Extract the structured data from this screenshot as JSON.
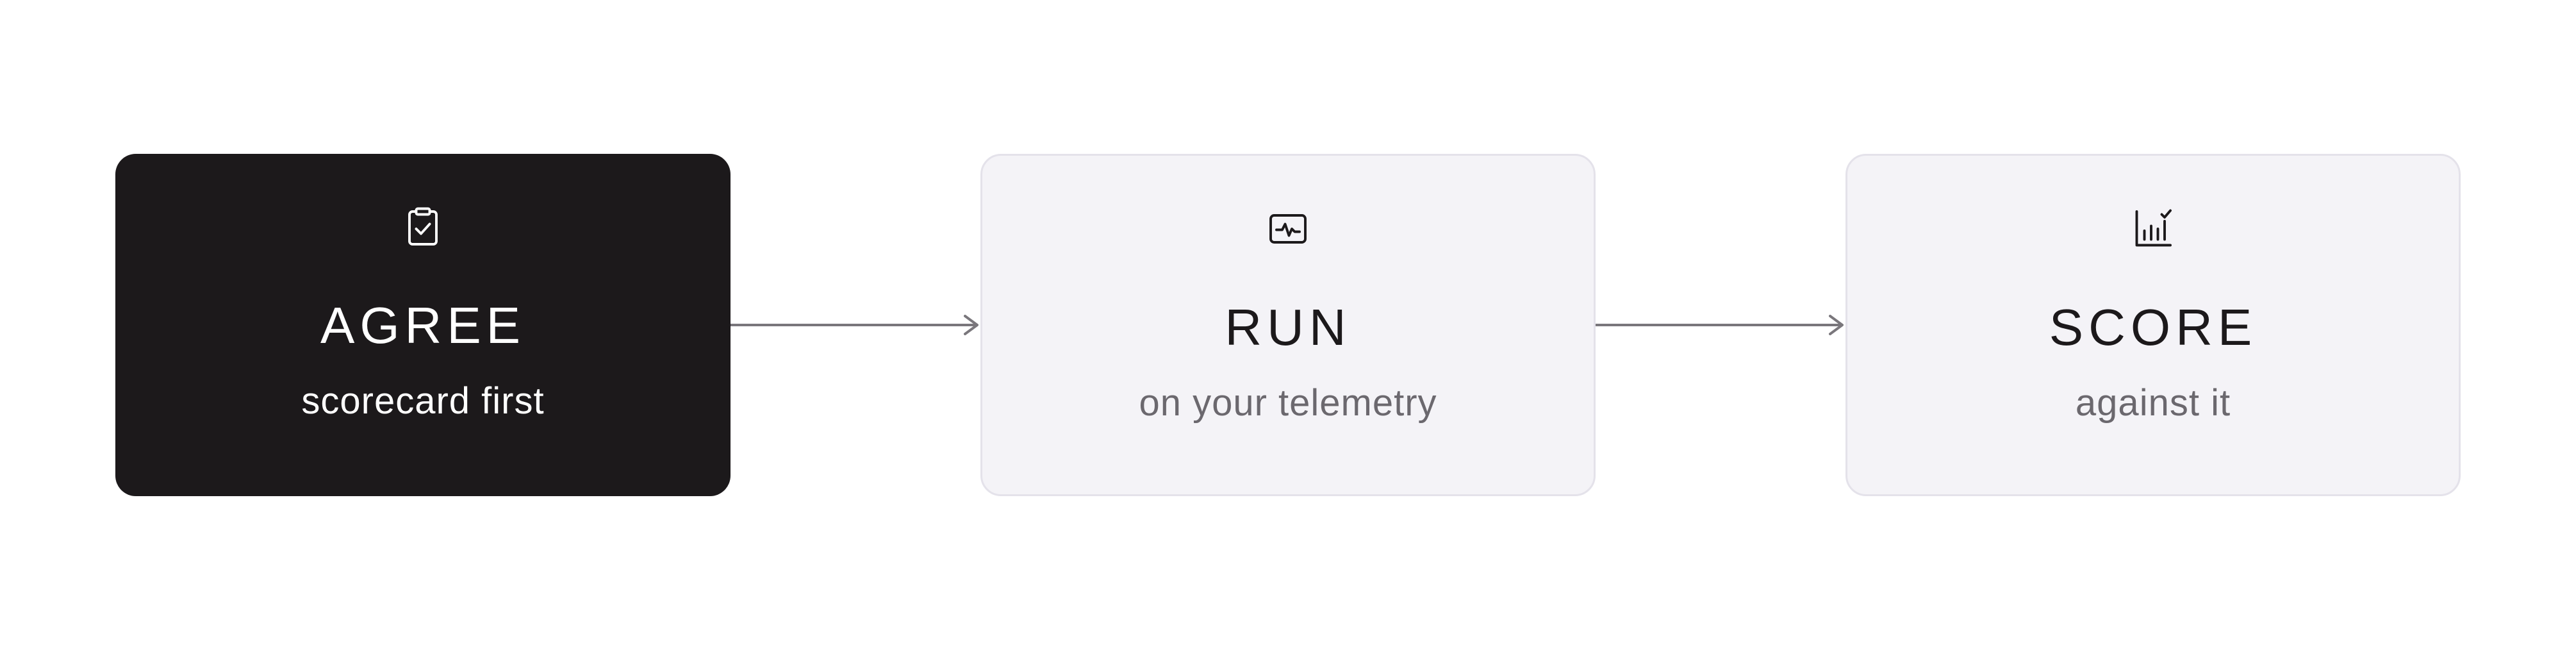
{
  "steps": [
    {
      "title": "AGREE",
      "subtitle": "scorecard first",
      "icon": "clipboard-check-icon",
      "state": "active"
    },
    {
      "title": "RUN",
      "subtitle": "on your telemetry",
      "icon": "activity-monitor-icon",
      "state": "inactive"
    },
    {
      "title": "SCORE",
      "subtitle": "against it",
      "icon": "chart-check-icon",
      "state": "inactive"
    }
  ],
  "colors": {
    "active_bg": "#1c191b",
    "inactive_bg": "#f4f3f7",
    "inactive_border": "#e4e2ea",
    "connector": "#7a777c",
    "subtitle_muted": "#6b686e"
  }
}
